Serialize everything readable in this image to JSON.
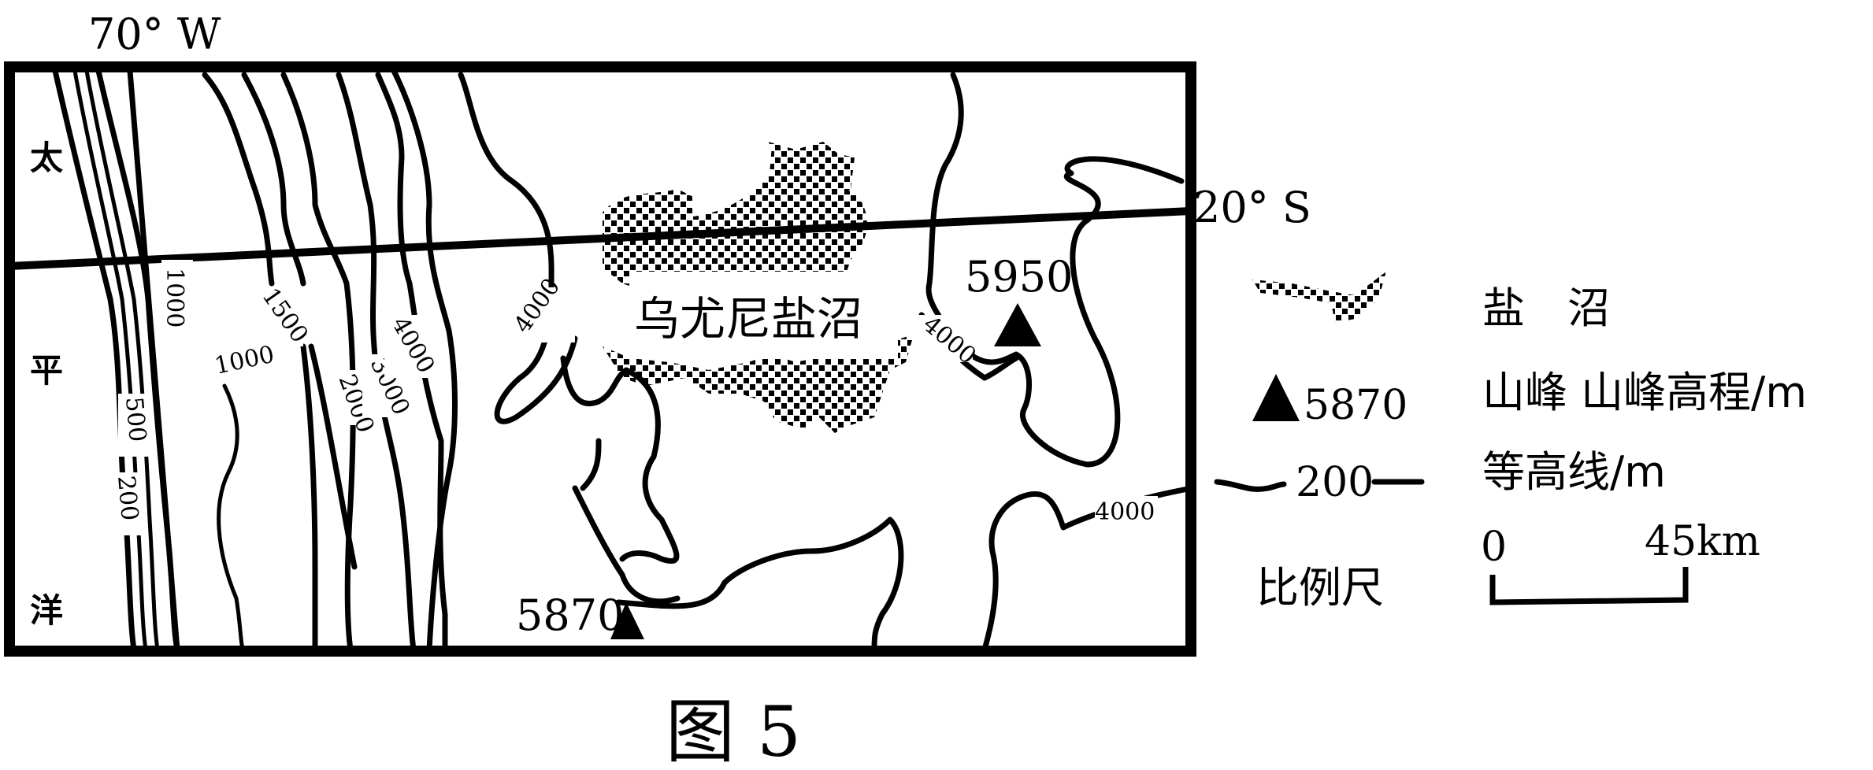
{
  "longitude_label": "70° W",
  "latitude_label": "20° S",
  "ocean_chars": [
    "太",
    "平",
    "洋"
  ],
  "salt_marsh_name": "乌尤尼盐沼",
  "peaks": [
    {
      "elevation": "5950"
    },
    {
      "elevation": "5870"
    }
  ],
  "contour_labels": {
    "c1000_left": "1000",
    "c1500": "1500",
    "c1000_coast": "1000",
    "c500": "500",
    "c200": "200",
    "c2000": "2000",
    "c3000": "3000",
    "c4000_a": "4000",
    "c4000_b": "4000",
    "c4000_c": "4000",
    "c4000_d": "4000"
  },
  "legend": {
    "salt_marsh_label": "盐　沼",
    "peak_symbol_value": "5870",
    "peak_label": "山峰  山峰高程/m",
    "contour_value": "200",
    "contour_label": "等高线/m",
    "scale_label": "比例尺",
    "scale_start": "0",
    "scale_end": "45km"
  },
  "caption": "图 5",
  "colors": {
    "ink": "#000000",
    "paper": "#ffffff"
  }
}
